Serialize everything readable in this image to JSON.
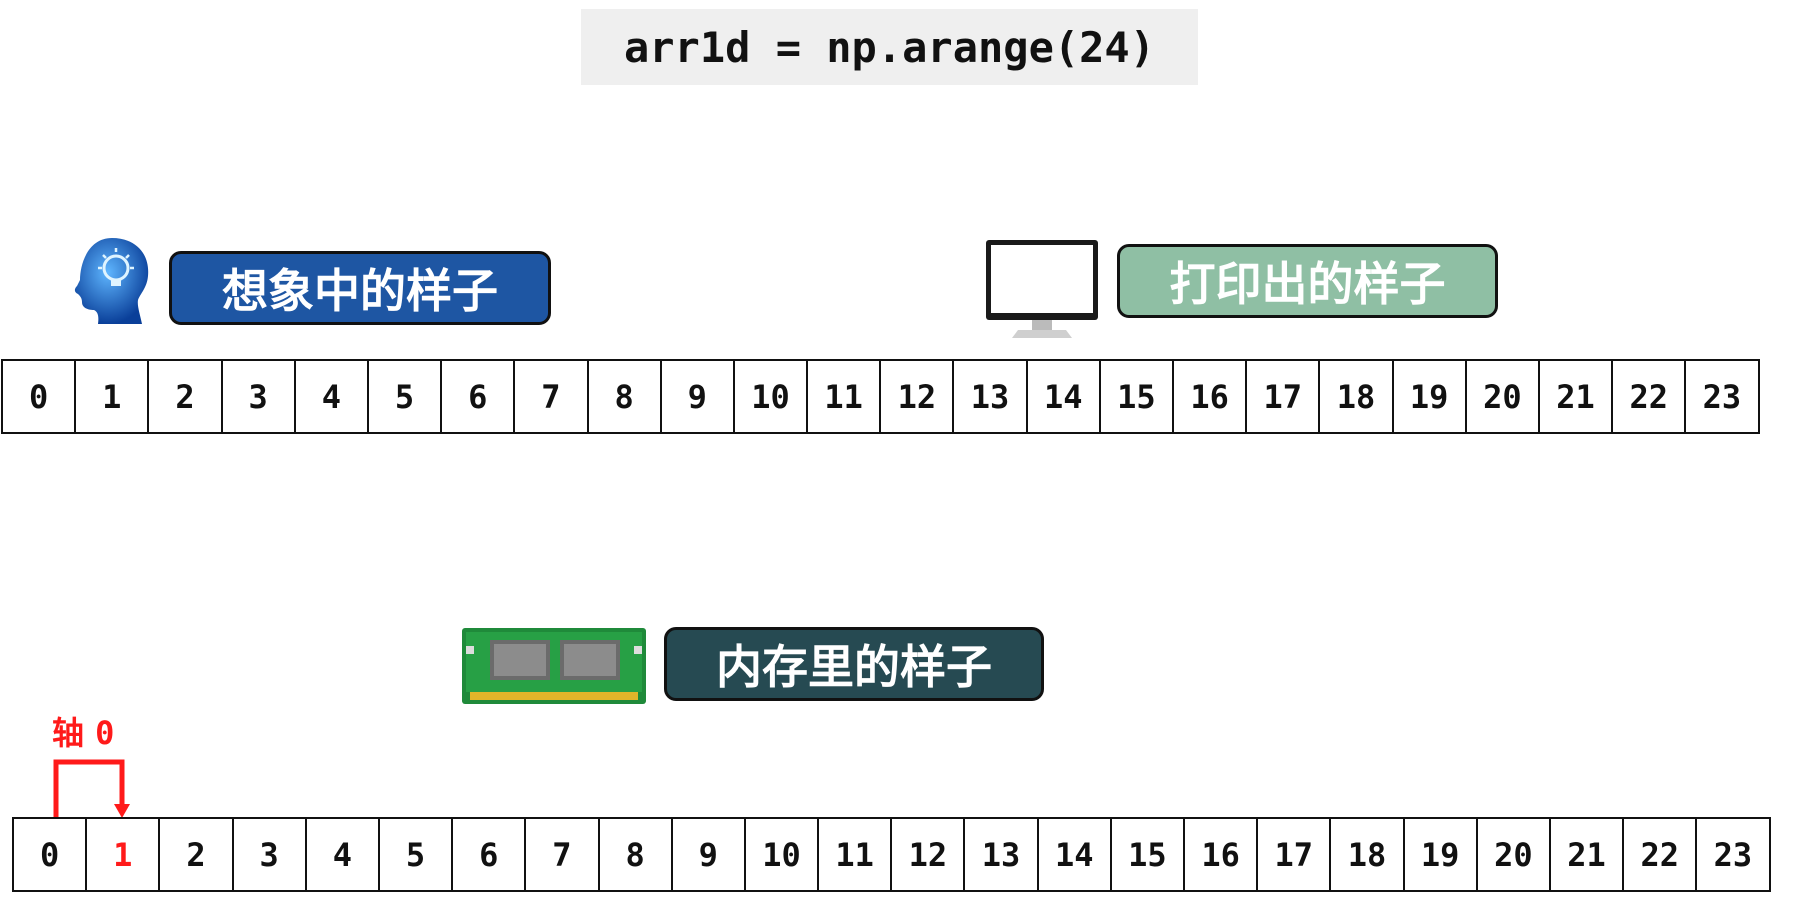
{
  "code": "arr1d = np.arange(24)",
  "labels": {
    "imagined": "想象中的样子",
    "printed": "打印出的样子",
    "memory": "内存里的样子"
  },
  "axis": {
    "label": "轴",
    "number": "0"
  },
  "printed_cells": [
    "0",
    "1",
    "2",
    "3",
    "4",
    "5",
    "6",
    "7",
    "8",
    "9",
    "10",
    "11",
    "12",
    "13",
    "14",
    "15",
    "16",
    "17",
    "18",
    "19",
    "20",
    "21",
    "22",
    "23"
  ],
  "memory_cells": [
    "0",
    "1",
    "2",
    "3",
    "4",
    "5",
    "6",
    "7",
    "8",
    "9",
    "10",
    "11",
    "12",
    "13",
    "14",
    "15",
    "16",
    "17",
    "18",
    "19",
    "20",
    "21",
    "22",
    "23"
  ],
  "highlight_index": 1,
  "icons": {
    "head": "head-with-lightbulb-icon",
    "monitor": "monitor-icon",
    "ram": "memory-module-icon"
  },
  "colors": {
    "imagined": "#1e56a3",
    "printed": "#8fbfa4",
    "memory": "#264a52",
    "highlight": "#ff1a1a"
  }
}
